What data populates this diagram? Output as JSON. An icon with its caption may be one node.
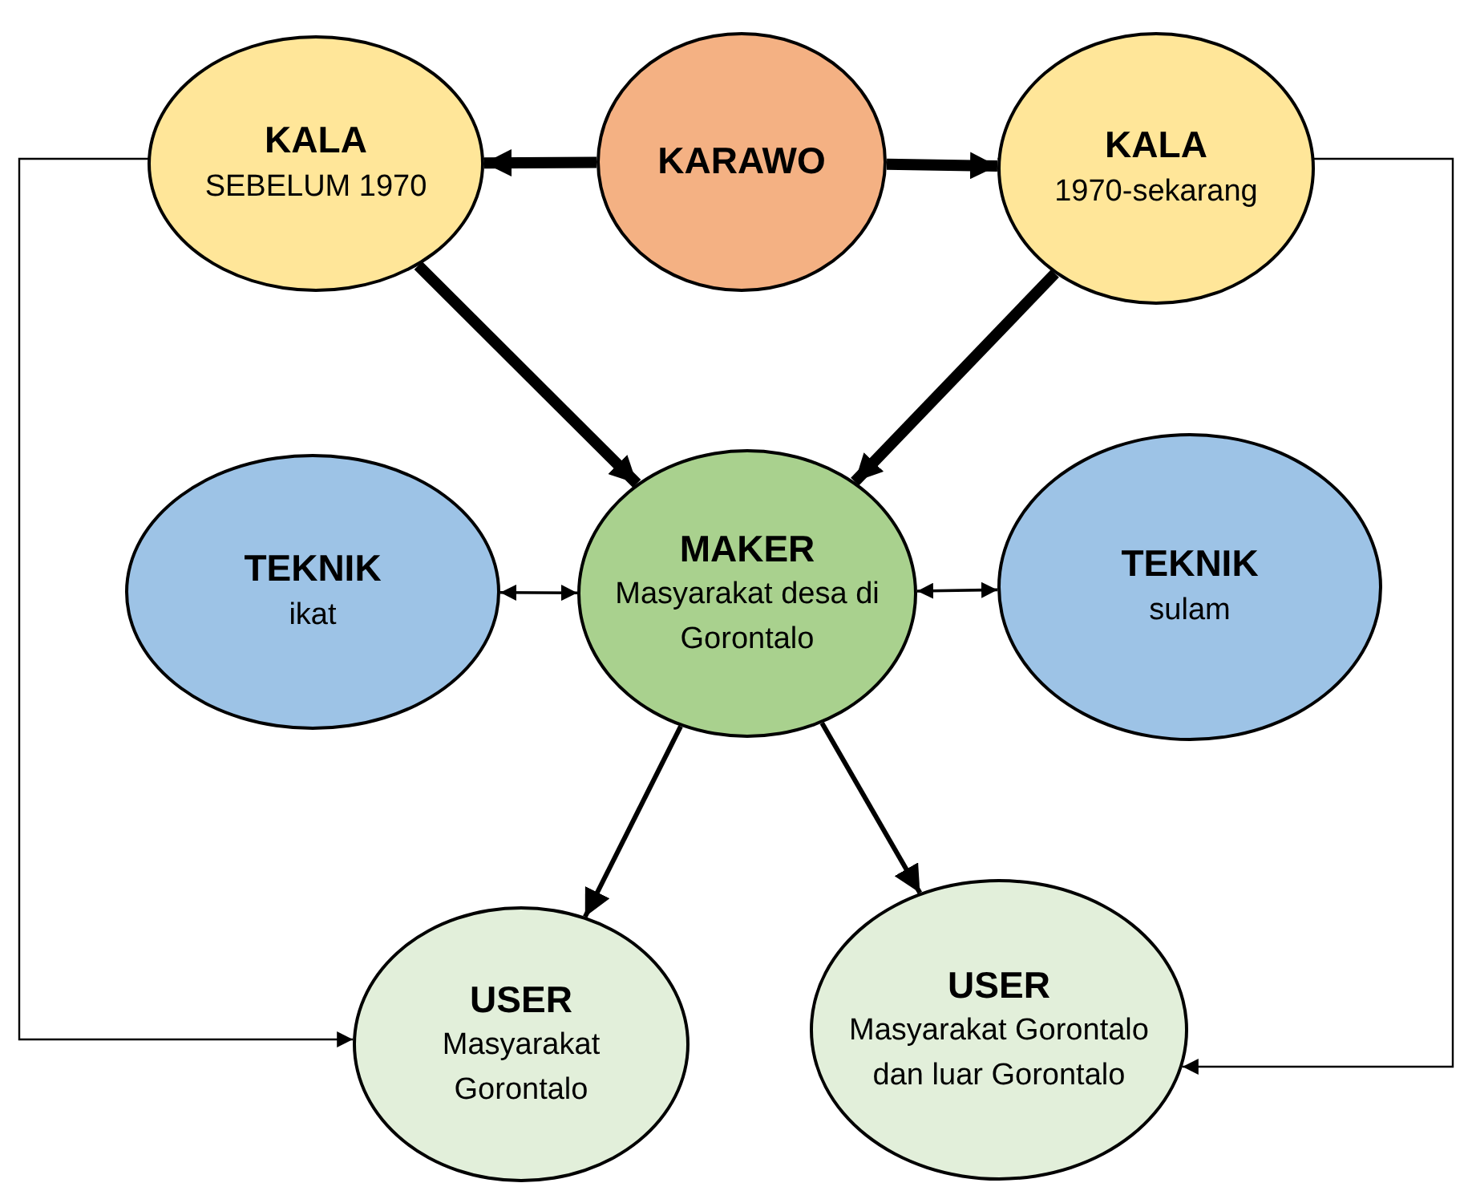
{
  "diagram": {
    "nodes": [
      {
        "text": [
          "KALA",
          "SEBELUM 1970"
        ]
      },
      {
        "text": [
          "KARAWO"
        ]
      },
      {
        "text": [
          "KALA",
          "1970-sekarang"
        ]
      },
      {
        "text": [
          "TEKNIK",
          "ikat"
        ]
      },
      {
        "text": [
          "MAKER",
          "Masyarakat desa di Gorontalo"
        ]
      },
      {
        "text": [
          "TEKNIK",
          "sulam"
        ]
      },
      {
        "text": [
          "USER",
          "Masyarakat Gorontalo"
        ]
      },
      {
        "text": [
          "USER",
          "Masyarakat Gorontalo dan luar Gorontalo"
        ]
      }
    ],
    "edges": [
      {
        "from": 1,
        "to": 0,
        "arrow": "to",
        "style": "thick"
      },
      {
        "from": 1,
        "to": 2,
        "arrow": "to",
        "style": "thick"
      },
      {
        "from": 0,
        "to": 4,
        "arrow": "to",
        "style": "thick"
      },
      {
        "from": 2,
        "to": 4,
        "arrow": "to",
        "style": "thick"
      },
      {
        "from": 3,
        "to": 4,
        "arrow": "both"
      },
      {
        "from": 4,
        "to": 5,
        "arrow": "both"
      },
      {
        "from": 4,
        "to": 6,
        "arrow": "to"
      },
      {
        "from": 4,
        "to": 7,
        "arrow": "to"
      },
      {
        "from": 0,
        "to": 6,
        "arrow": "to"
      },
      {
        "from": 2,
        "to": 7,
        "arrow": "to"
      }
    ]
  }
}
